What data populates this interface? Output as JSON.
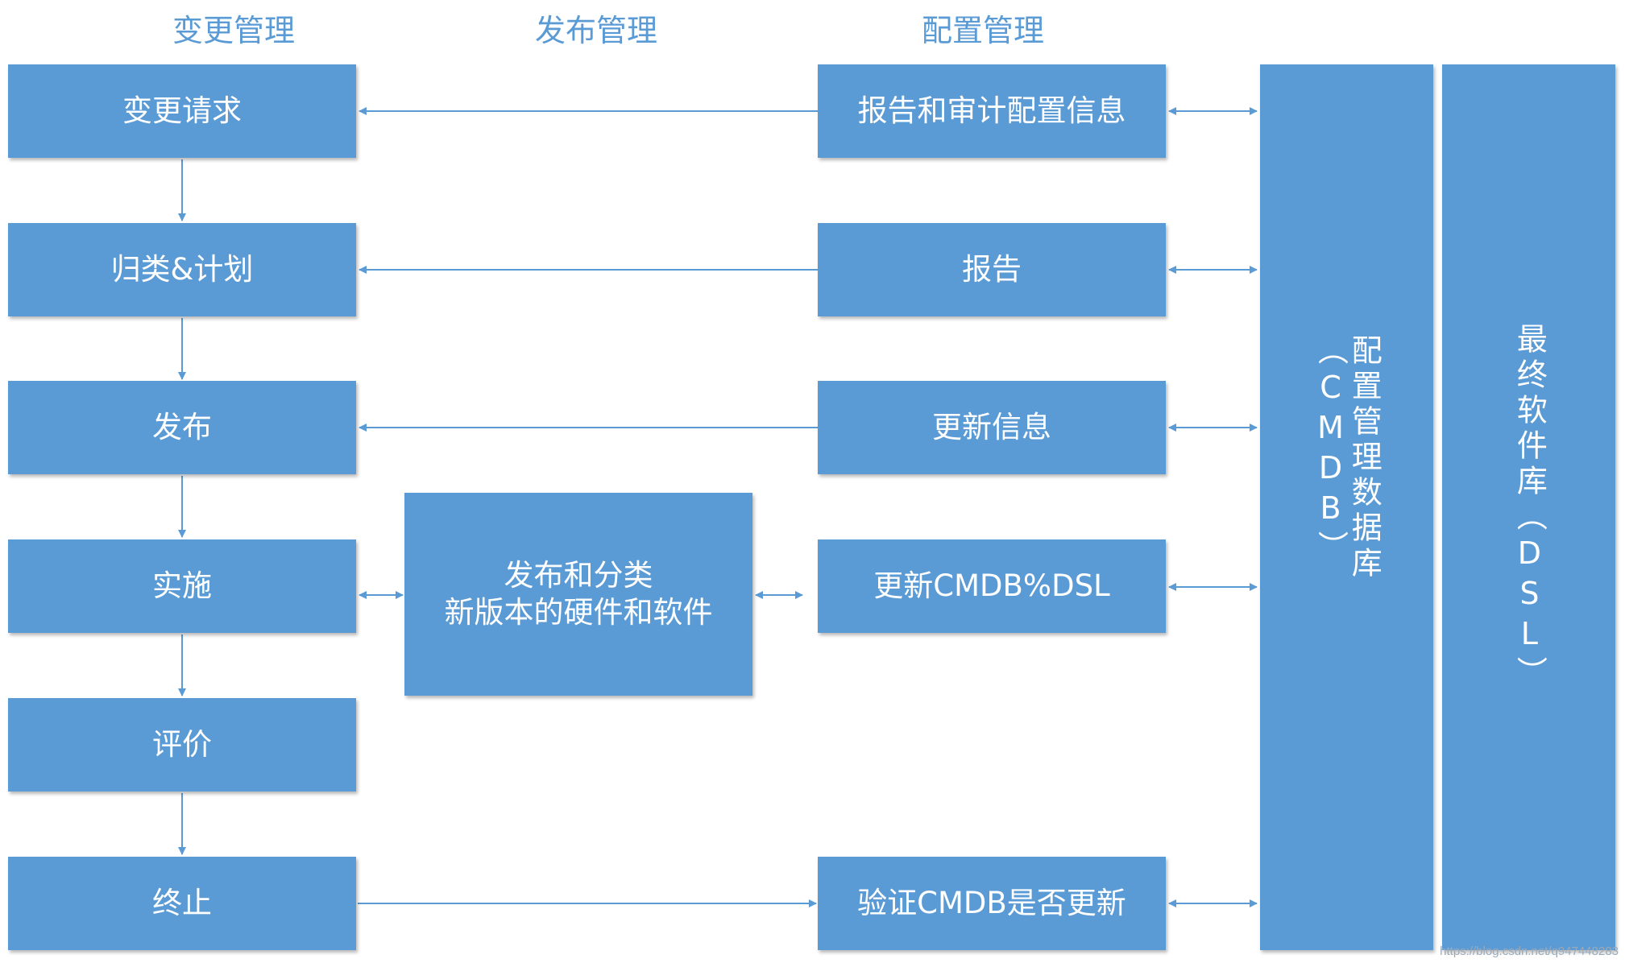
{
  "headers": {
    "change": "变更管理",
    "release": "发布管理",
    "config": "配置管理"
  },
  "change_steps": [
    "变更请求",
    "归类&计划",
    "发布",
    "实施",
    "评价",
    "终止"
  ],
  "release_box": {
    "line1": "发布和分类",
    "line2": "新版本的硬件和软件"
  },
  "config_boxes": [
    "报告和审计配置信息",
    "报告",
    "更新信息",
    "更新CMDB%DSL",
    "验证CMDB是否更新"
  ],
  "cmdb": "配置管理数据库（CMDB）",
  "dsl": "最终软件库（DSL）",
  "watermark": "https://blog.csdn.net/q947448283",
  "colors": {
    "box_fill": "#5b9bd5",
    "header_text": "#5b9bd5",
    "arrow": "#5b9bd5",
    "box_text": "#ffffff"
  }
}
